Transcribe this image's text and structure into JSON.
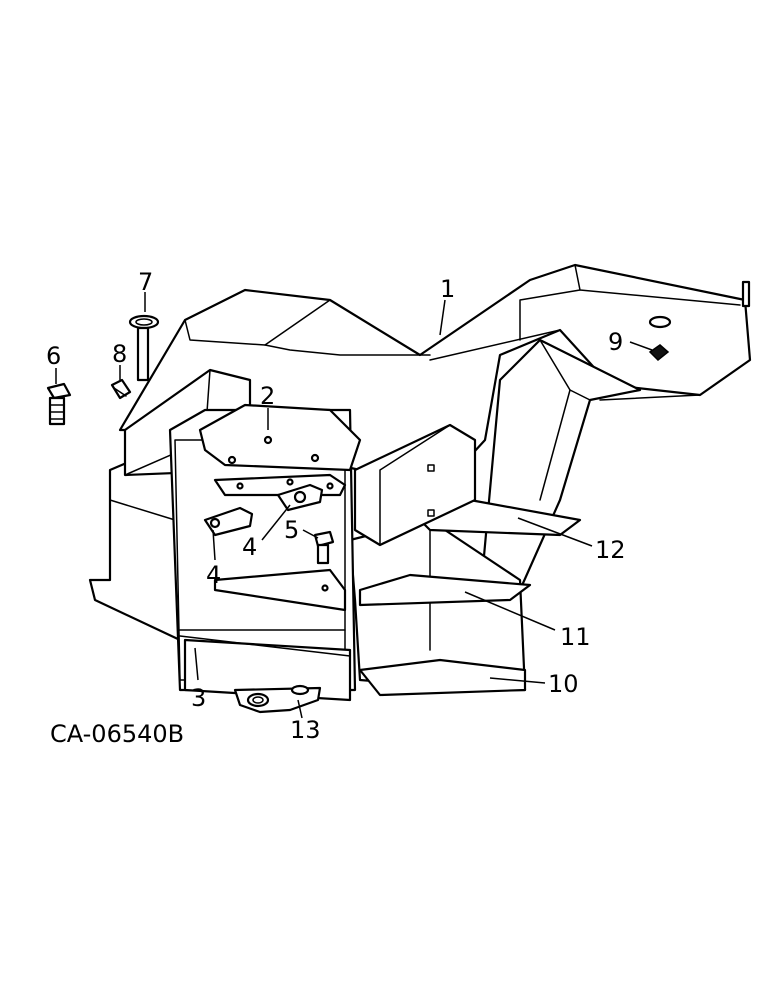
{
  "figure_id": "CA-06540B",
  "callouts": [
    {
      "id": "1",
      "text": "1"
    },
    {
      "id": "2",
      "text": "2"
    },
    {
      "id": "3",
      "text": "3"
    },
    {
      "id": "4a",
      "text": "4"
    },
    {
      "id": "4b",
      "text": "4"
    },
    {
      "id": "5",
      "text": "5"
    },
    {
      "id": "6",
      "text": "6"
    },
    {
      "id": "7",
      "text": "7"
    },
    {
      "id": "8",
      "text": "8"
    },
    {
      "id": "9",
      "text": "9"
    },
    {
      "id": "10",
      "text": "10"
    },
    {
      "id": "11",
      "text": "11"
    },
    {
      "id": "12",
      "text": "12"
    },
    {
      "id": "13",
      "text": "13"
    }
  ]
}
